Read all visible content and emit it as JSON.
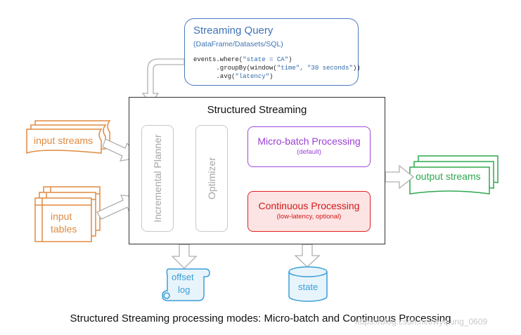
{
  "query": {
    "title": "Streaming Query",
    "subtitle": "(DataFrame/Datasets/SQL)",
    "code_lines": [
      [
        "events.where(",
        "\"state = CA\"",
        ")"
      ],
      [
        "      .groupBy(window(",
        "\"time\", \"30 seconds\"",
        "))"
      ],
      [
        "      .avg(",
        "\"latency\"",
        ")"
      ]
    ]
  },
  "main": {
    "title": "Structured Streaming",
    "planner_label": "Incremental Planner",
    "optimizer_label": "Optimizer",
    "microbatch": {
      "title": "Micro-batch Processing",
      "subtitle": "(default)"
    },
    "continuous": {
      "title": "Continuous Processing",
      "subtitle": "(low-latency, optional)"
    }
  },
  "inputs": {
    "streams_label": "input streams",
    "tables_label_1": "input",
    "tables_label_2": "tables"
  },
  "outputs": {
    "streams_label": "output streams"
  },
  "storage": {
    "offset_log_1": "offset",
    "offset_log_2": "log",
    "state_label": "state"
  },
  "caption": "Structured Streaming processing modes: Micro-batch and Continuous Processing",
  "watermark": "https://blog.csdn.net/wyqiung_0609",
  "colors": {
    "query": "#3f73b6",
    "input": "#e08a40",
    "output": "#2fa84f",
    "storage": "#3a9ed8",
    "microbatch": "#9a3fd6",
    "continuous": "#d01818",
    "gray": "#a6a6a6"
  }
}
